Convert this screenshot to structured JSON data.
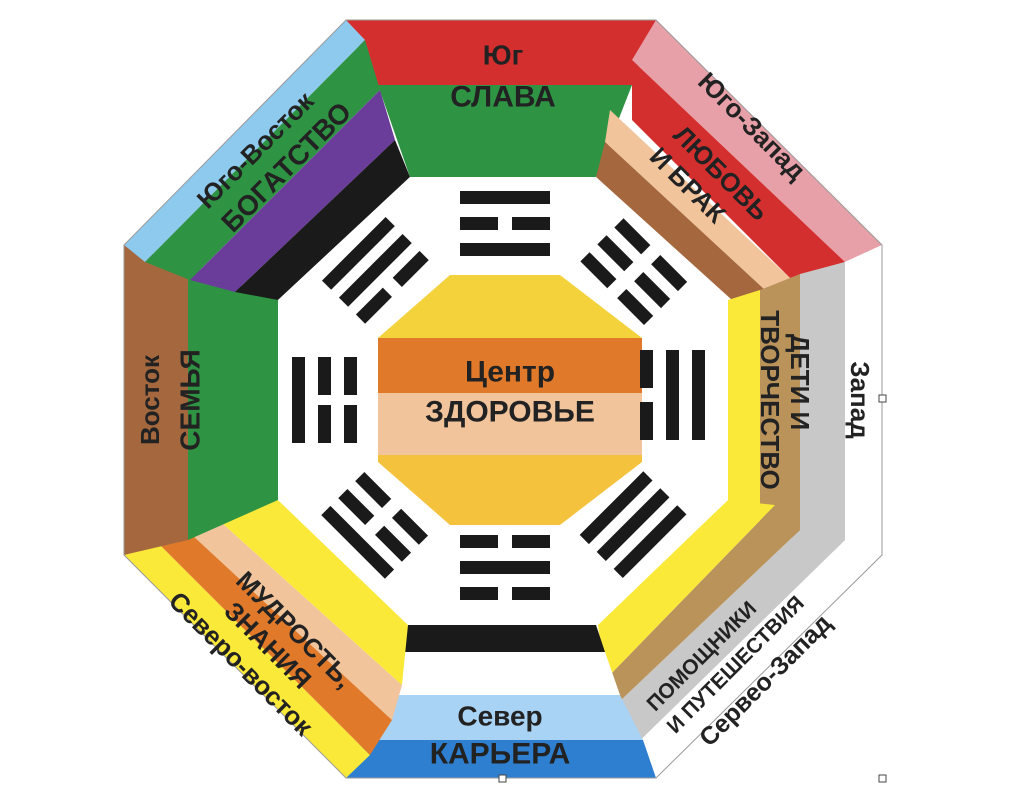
{
  "sectors": {
    "south": {
      "direction": "Юг",
      "aspect": "СЛАВА",
      "colors": [
        "#d32f2f",
        "#2e9444"
      ]
    },
    "southwest": {
      "direction": "Юго-Запад",
      "aspect": "ЛЮБОВЬ",
      "aspect2": "И БРАК",
      "colors": [
        "#e8a0a8",
        "#d32f2f",
        "#f1c49c",
        "#a5683e"
      ]
    },
    "west": {
      "direction": "Запад",
      "aspect": "ДЕТИ И",
      "aspect2": "ТВОРЧЕСТВО",
      "colors": [
        "#ffffff",
        "#c8c8c8",
        "#b9935a",
        "#fbe93a"
      ]
    },
    "northwest": {
      "direction": "Сервео-Запад",
      "aspect": "И ПУТЕШЕСТВИЯ",
      "aspect2": "ПОМОЩНИКИ",
      "colors": [
        "#ffffff",
        "#c8c8c8",
        "#b9935a",
        "#fbe93a"
      ]
    },
    "north": {
      "direction": "Север",
      "aspect": "КАРЬЕРА",
      "colors": [
        "#2e7fd0",
        "#a9d3f5",
        "#ffffff",
        "#1a1a1a"
      ]
    },
    "northeast": {
      "direction": "Северо-восток",
      "aspect": "ЗНАНИЯ",
      "aspect2": "МУДРОСТЬ,",
      "colors": [
        "#fbe93a",
        "#e07a2a",
        "#f1c49c",
        "#fbe93a"
      ]
    },
    "east": {
      "direction": "Восток",
      "aspect": "СЕМЬЯ",
      "colors": [
        "#a5683e",
        "#2e9444"
      ]
    },
    "southeast": {
      "direction": "Юго-Восток",
      "aspect": "БОГАТСТВО",
      "colors": [
        "#8ec9ee",
        "#2e9444",
        "#6a3d9a",
        "#1a1a1a"
      ]
    }
  },
  "center": {
    "direction": "Центр",
    "aspect": "ЗДОРОВЬЕ",
    "colors": [
      "#f4d23c",
      "#e07a2a",
      "#f1c49c",
      "#f4c23c"
    ]
  },
  "trigram_color": "#1a1a1a",
  "icons": {
    "resize_handles": "square-handle-icon"
  }
}
